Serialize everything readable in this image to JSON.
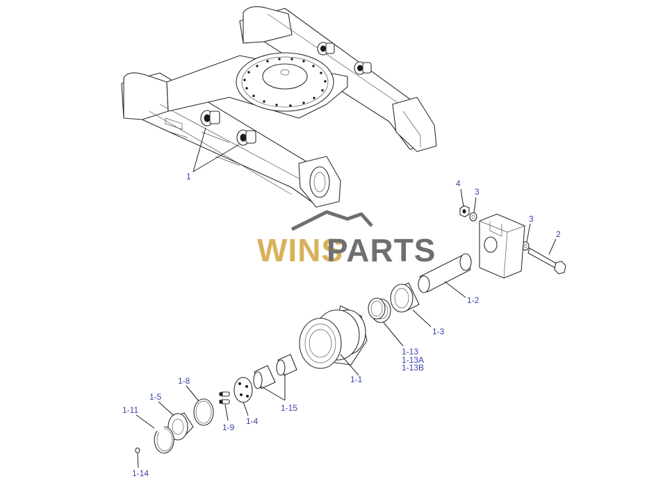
{
  "watermark": {
    "part1": "WINS",
    "part2": "PARTS",
    "colors": {
      "part1": "#d8b15a",
      "part2": "#6f6f6f"
    }
  },
  "callouts": {
    "c1": "1",
    "c2": "2",
    "c3a": "3",
    "c3b": "3",
    "c4": "4",
    "c1_1": "1-1",
    "c1_2": "1-2",
    "c1_3": "1-3",
    "c1_4": "1-4",
    "c1_5": "1-5",
    "c1_8": "1-8",
    "c1_9": "1-9",
    "c1_11": "1-11",
    "c1_13": "1-13",
    "c1_13A": "1-13A",
    "c1_13B": "1-13B",
    "c1_14": "1-14",
    "c1_15": "1-15"
  },
  "colors": {
    "callout": "#3b3fa8",
    "line": "#2a2a2a"
  }
}
